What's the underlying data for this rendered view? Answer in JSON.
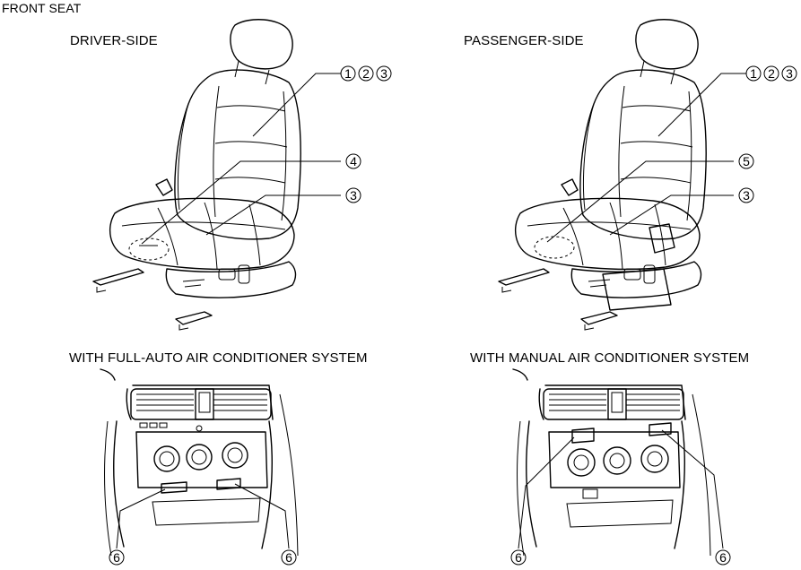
{
  "title": "FRONT SEAT",
  "sections": {
    "driver": {
      "title": "DRIVER-SIDE",
      "callouts": [
        "1",
        "2",
        "3",
        "4",
        "3"
      ]
    },
    "passenger": {
      "title": "PASSENGER-SIDE",
      "callouts": [
        "1",
        "2",
        "3",
        "5",
        "3"
      ]
    },
    "full_auto": {
      "title": "WITH FULL-AUTO AIR CONDITIONER SYSTEM",
      "callouts": [
        "6",
        "6"
      ]
    },
    "manual": {
      "title": "WITH MANUAL AIR CONDITIONER SYSTEM",
      "callouts": [
        "6",
        "6"
      ]
    }
  }
}
